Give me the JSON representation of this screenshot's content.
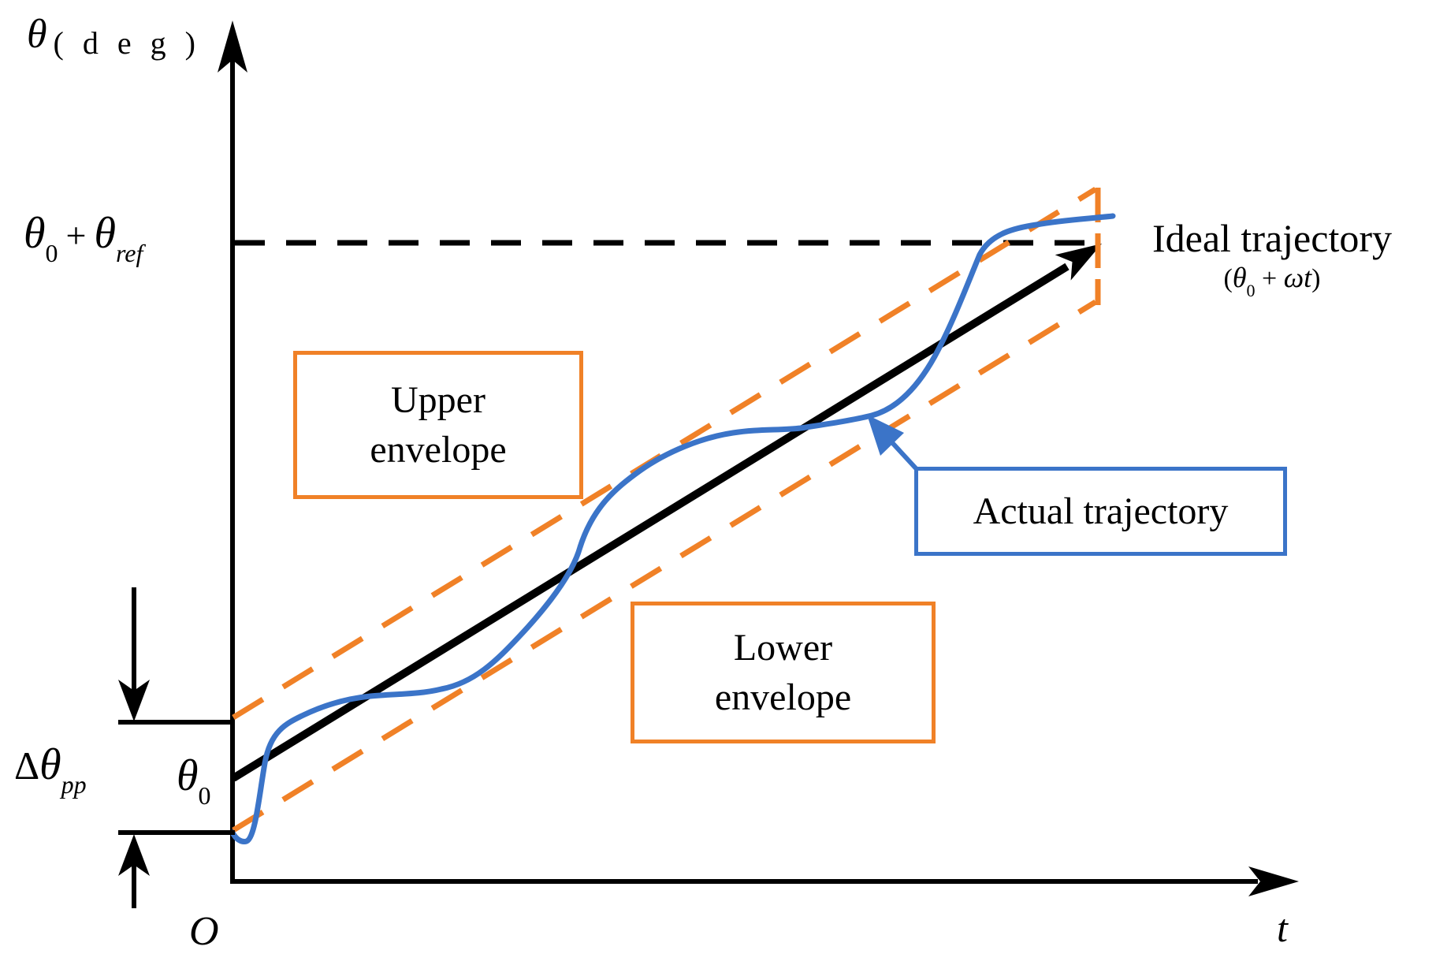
{
  "figure": {
    "y_axis": {
      "symbol": "θ",
      "units": "( d e g )"
    },
    "x_axis_label": "t",
    "origin_label": "O",
    "ref_level": {
      "theta": "θ",
      "sub0": "0",
      "plus": "+",
      "theta_ref": "θ",
      "sub_ref": "ref"
    },
    "delta_pp": {
      "delta": "Δ",
      "theta": "θ",
      "sub": "pp"
    },
    "theta_zero": {
      "theta": "θ",
      "sub": "0"
    },
    "ideal": {
      "title": "Ideal trajectory",
      "formula_open": "(",
      "formula_theta": "θ",
      "formula_sub": "0",
      "formula_plus": "+",
      "formula_omega": "ω",
      "formula_t": "t",
      "formula_close": ")"
    },
    "upper_envelope_line1": "Upper",
    "upper_envelope_line2": "envelope",
    "lower_envelope_line1": "Lower",
    "lower_envelope_line2": "envelope",
    "actual_trajectory_label": "Actual trajectory"
  },
  "colors": {
    "black": "#000000",
    "orange": "#F08127",
    "blue": "#3B74C8"
  }
}
